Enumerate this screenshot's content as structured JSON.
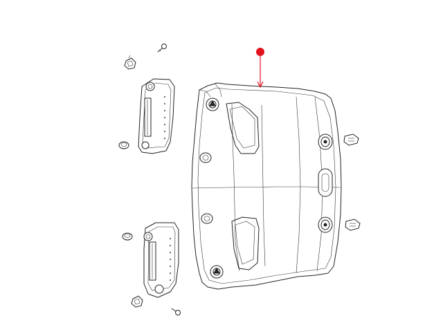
{
  "diagram": {
    "callout_color": "#e0121e",
    "line_color": "#222222",
    "background": "#ffffff",
    "parts": [
      "headliner-panel",
      "left-sun-visor-upper",
      "left-sun-visor-lower",
      "visor-clip-upper",
      "visor-clip-lower",
      "visor-bracket-upper",
      "visor-bracket-lower",
      "visor-screw-upper",
      "visor-screw-lower",
      "retainer-clip-upper",
      "retainer-clip-lower"
    ]
  }
}
